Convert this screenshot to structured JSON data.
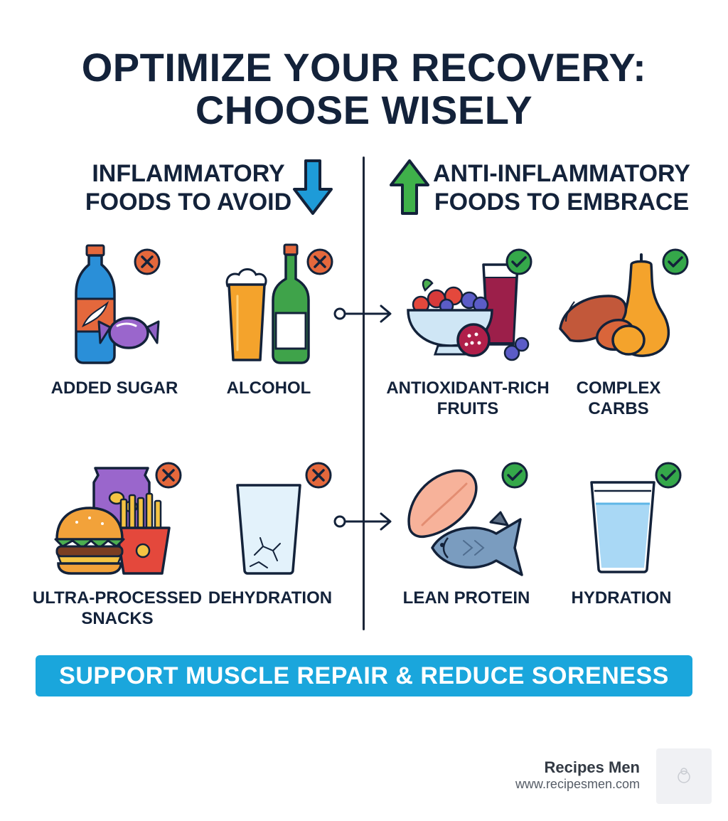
{
  "title": {
    "line1": "OPTIMIZE YOUR RECOVERY:",
    "line2": "CHOOSE WISELY"
  },
  "left": {
    "heading_line1": "INFLAMMATORY",
    "heading_line2": "FOODS TO AVOID",
    "arrow_icon": "arrow-down-icon",
    "items": [
      {
        "label_line1": "ADDED SUGAR",
        "label_line2": "",
        "icon": "soda-candy-icon",
        "status": "x-mark"
      },
      {
        "label_line1": "ALCOHOL",
        "label_line2": "",
        "icon": "beer-wine-icon",
        "status": "x-mark"
      },
      {
        "label_line1": "ULTRA-PROCESSED",
        "label_line2": "SNACKS",
        "icon": "burger-fries-chips-icon",
        "status": "x-mark"
      },
      {
        "label_line1": "DEHYDRATION",
        "label_line2": "",
        "icon": "empty-glass-icon",
        "status": "x-mark"
      }
    ]
  },
  "right": {
    "heading_line1": "ANTI-INFLAMMATORY",
    "heading_line2": "FOODS TO EMBRACE",
    "arrow_icon": "arrow-up-icon",
    "items": [
      {
        "label_line1": "ANTIOXIDANT-RICH",
        "label_line2": "FRUITS",
        "icon": "berry-bowl-icon",
        "status": "check-mark"
      },
      {
        "label_line1": "COMPLEX",
        "label_line2": "CARBS",
        "icon": "sweet-potato-squash-icon",
        "status": "check-mark"
      },
      {
        "label_line1": "LEAN PROTEIN",
        "label_line2": "",
        "icon": "chicken-fish-icon",
        "status": "check-mark"
      },
      {
        "label_line1": "HYDRATION",
        "label_line2": "",
        "icon": "water-glass-icon",
        "status": "check-mark"
      }
    ]
  },
  "banner": "SUPPORT MUSCLE REPAIR & REDUCE SORENESS",
  "brand": {
    "name": "Recipes Men",
    "url": "www.recipesmen.com"
  },
  "colors": {
    "banner": "#1aa6dc",
    "avoid_badge": "#e4683c",
    "embrace_badge": "#35a84a",
    "down_arrow": "#1e9bd8",
    "up_arrow": "#3fb14a",
    "text": "#13223a"
  }
}
